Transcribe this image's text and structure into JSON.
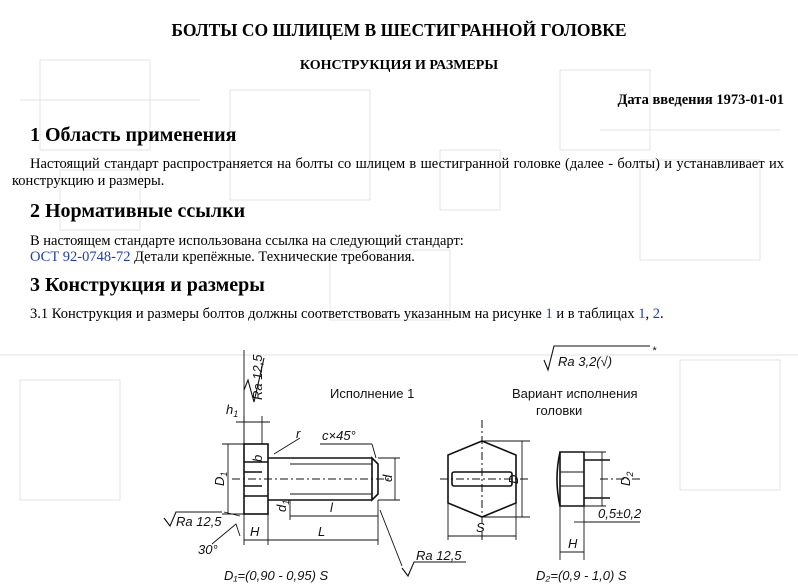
{
  "header": {
    "title": "БОЛТЫ СО ШЛИЦЕМ В ШЕСТИГРАННОЙ ГОЛОВКЕ",
    "subtitle": "КОНСТРУКЦИЯ И РАЗМЕРЫ",
    "date_label": "Дата введения 1973-01-01"
  },
  "sections": [
    {
      "heading": "1 Область применения",
      "text": "Настоящий стандарт распространяется на болты со шлицем в шестигранной головке (далее - болты) и устанавливает их конструкцию и размеры."
    },
    {
      "heading": "2 Нормативные ссылки",
      "text": "В настоящем стандарте использована ссылка на следующий стандарт:",
      "ref_link": "ОСТ 92-0748-72",
      "ref_text": " Детали крепёжные. Технические требования."
    },
    {
      "heading": "3 Конструкция и размеры",
      "text_before": "3.1 Конструкция и размеры болтов должны соответствовать указанным на рисунке ",
      "link_figure": "1",
      "text_middle": " и в таблицах ",
      "link_table1": "1",
      "sep": ", ",
      "link_table2": "2",
      "text_after": "."
    }
  ],
  "figure": {
    "label_version1": "Исполнение 1",
    "label_variant_line1": "Вариант исполнения",
    "label_variant_line2": "головки",
    "roughness_top": "Ra 12,5",
    "roughness_general": "Ra 3,2(√)",
    "roughness_general_star": "*",
    "roughness_left": "Ra 12,5",
    "roughness_bottom": "Ra 12,5",
    "dim_h1": "h",
    "dim_h1_sub": "1",
    "dim_b": "b",
    "dim_r": "r",
    "dim_chamfer": "c×45°",
    "dim_D1": "D",
    "dim_D1_sub": "1",
    "dim_d1": "d",
    "dim_d1_sub": "1",
    "dim_d": "d",
    "dim_l": "l",
    "dim_L": "L",
    "dim_H": "H",
    "dim_30": "30°",
    "dim_D": "D",
    "dim_S": "S",
    "dim_D2": "D",
    "dim_D2_sub": "2",
    "dim_05": "0,5±0,2",
    "dim_H2": "H",
    "formula_D1": "D₁=(0,90 - 0,95) S",
    "formula_D2": "D₂=(0,9 - 1,0) S"
  }
}
